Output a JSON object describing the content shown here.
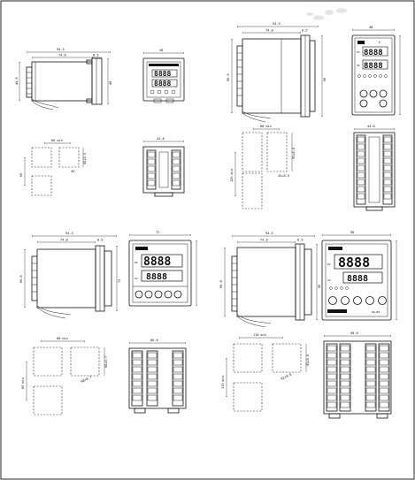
{
  "drawing": {
    "frame": {
      "border_color": "#222222",
      "background": "#ffffff"
    },
    "panels": [
      {
        "id": "small-48x48",
        "side_view": {
          "dims": {
            "depth": "94.5",
            "body": "74.8",
            "front": "8.5",
            "h1": "48",
            "h2": "44.8"
          }
        },
        "front_view": {
          "dims": {
            "width": "48"
          },
          "display_pv": "8888",
          "display_sv": "8888"
        },
        "panel_cutout": {
          "dims": {
            "pitch": "60 min",
            "cut_h": "45+0.5",
            "cut_w": "45",
            "pitch_v": "60"
          }
        },
        "rear_view": {
          "dims": {
            "width": "44.8"
          }
        }
      },
      {
        "id": "tall-48x96",
        "side_view": {
          "dims": {
            "depth": "94.5",
            "body": "74.8",
            "front": "8.5",
            "h1": "96",
            "h2": "90.8"
          }
        },
        "front_view": {
          "dims": {
            "width": "48"
          },
          "display_pv": "8888",
          "display_sv": "8888",
          "badge": "P",
          "tag_pv": "PV",
          "tag_sv": "SV"
        },
        "panel_cutout": {
          "dims": {
            "pitch": "60 min",
            "cut_h": "92+0.8",
            "cut_w": "45+0.5",
            "pitch_v": "120 min"
          }
        },
        "rear_view": {
          "dims": {
            "width": "44.8"
          }
        }
      },
      {
        "id": "square-72x72",
        "side_view": {
          "dims": {
            "depth": "94.5",
            "body": "74.8",
            "front": "8.5",
            "h1": "72",
            "h2": "66.8"
          }
        },
        "front_view": {
          "dims": {
            "width": "72"
          },
          "display_pv": "8888",
          "display_sv": "8888",
          "tag_pv": "PV",
          "tag_sv": "SV"
        },
        "panel_cutout": {
          "dims": {
            "pitch": "80 min",
            "cut_h": "68+0.7",
            "cut_w": "68+0.7",
            "pitch_v": "80 min"
          }
        },
        "rear_view": {
          "dims": {
            "width": "66.8"
          }
        }
      },
      {
        "id": "square-96x96",
        "side_view": {
          "dims": {
            "depth": "94.5",
            "body": "74.8",
            "front": "8.5",
            "h1": "96",
            "h2": "90.8"
          }
        },
        "front_view": {
          "dims": {
            "width": "96"
          },
          "display_pv": "8888",
          "display_sv": "8888",
          "tag_pv": "PV",
          "tag_sv": "SV",
          "model": "SK-N9"
        },
        "panel_cutout": {
          "dims": {
            "pitch": "110 min",
            "cut_h": "92+0.8",
            "cut_w": "92+0.8",
            "pitch_v": "110 min"
          }
        },
        "rear_view": {
          "dims": {
            "width": "90.8"
          }
        }
      }
    ]
  }
}
